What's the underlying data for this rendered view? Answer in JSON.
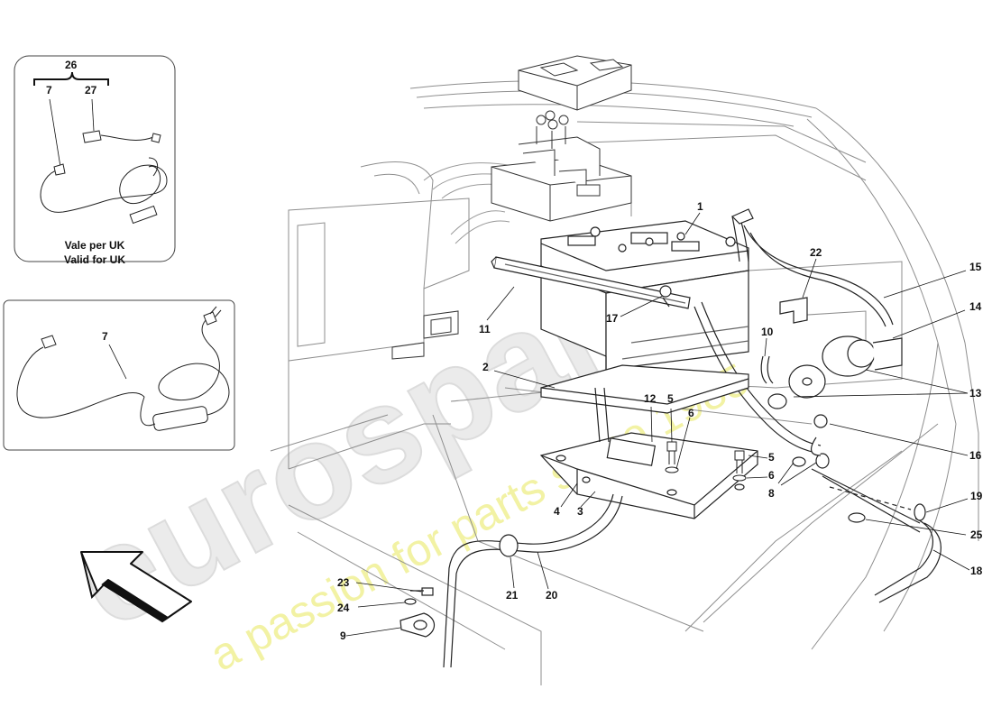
{
  "inset_uk": {
    "group_label": "26",
    "sub_labels": [
      "7",
      "27"
    ],
    "note_line1": "Vale per UK",
    "note_line2": "Valid for UK"
  },
  "inset_charger": {
    "part_label": "7"
  },
  "callouts": {
    "c1": "1",
    "c2": "2",
    "c3": "3",
    "c4": "4",
    "c5a": "5",
    "c5b": "5",
    "c6a": "6",
    "c6b": "6",
    "c8": "8",
    "c9": "9",
    "c10": "10",
    "c11": "11",
    "c12": "12",
    "c13": "13",
    "c14": "14",
    "c15": "15",
    "c16": "16",
    "c17": "17",
    "c18": "18",
    "c19": "19",
    "c20": "20",
    "c21": "21",
    "c22": "22",
    "c23": "23",
    "c24": "24",
    "c25": "25"
  },
  "watermark": {
    "brand": "eurospares",
    "tagline": "a passion for parts since 1985",
    "brand_color": "#e6e6e6",
    "tagline_color": "#f3f3a8"
  },
  "colors": {
    "line": "#222222",
    "light_line": "#9a9a9a"
  }
}
